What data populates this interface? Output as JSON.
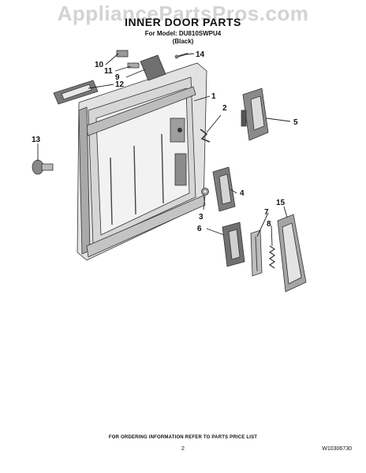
{
  "watermark": "AppliancePartsPros.com",
  "title": "INNER DOOR PARTS",
  "model_line": "For Model: DU810SWPU4",
  "color_line": "(Black)",
  "callouts": [
    "1",
    "2",
    "3",
    "4",
    "5",
    "6",
    "7",
    "8",
    "9",
    "10",
    "11",
    "12",
    "13",
    "14",
    "15"
  ],
  "footer_note": "FOR ORDERING INFORMATION REFER TO PARTS PRICE LIST",
  "page_number": "2",
  "document_number": "W10306730"
}
